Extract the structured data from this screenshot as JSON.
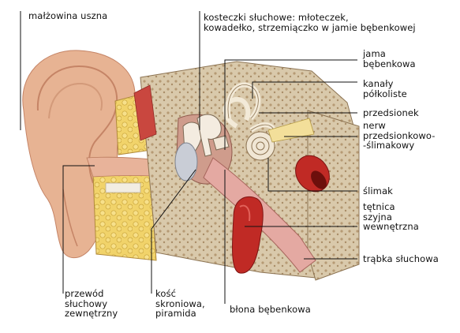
{
  "labels": {
    "malzowina": "małżowina uszna",
    "kosteczki": "kosteczki słuchowe: młoteczek,\nkowadełko, strzemiączko w jamie bębenkowej",
    "jama": "jama\nbębenkowa",
    "kanaly": "kanały\npółkoliste",
    "przedsionek": "przedsionek",
    "nerw": "nerw\nprzedsionkowo-\n-ślimakowy",
    "slimak": "ślimak",
    "tetnica": "tętnica\nszyjna\nwewnętrzna",
    "trabka": "trąbka słuchowa",
    "przewod": "przewód\nsłuchowy\nzewnętrzny",
    "kosc": "kość\nskroniowa,\npiramida",
    "blona": "błona bębenkowa"
  }
}
